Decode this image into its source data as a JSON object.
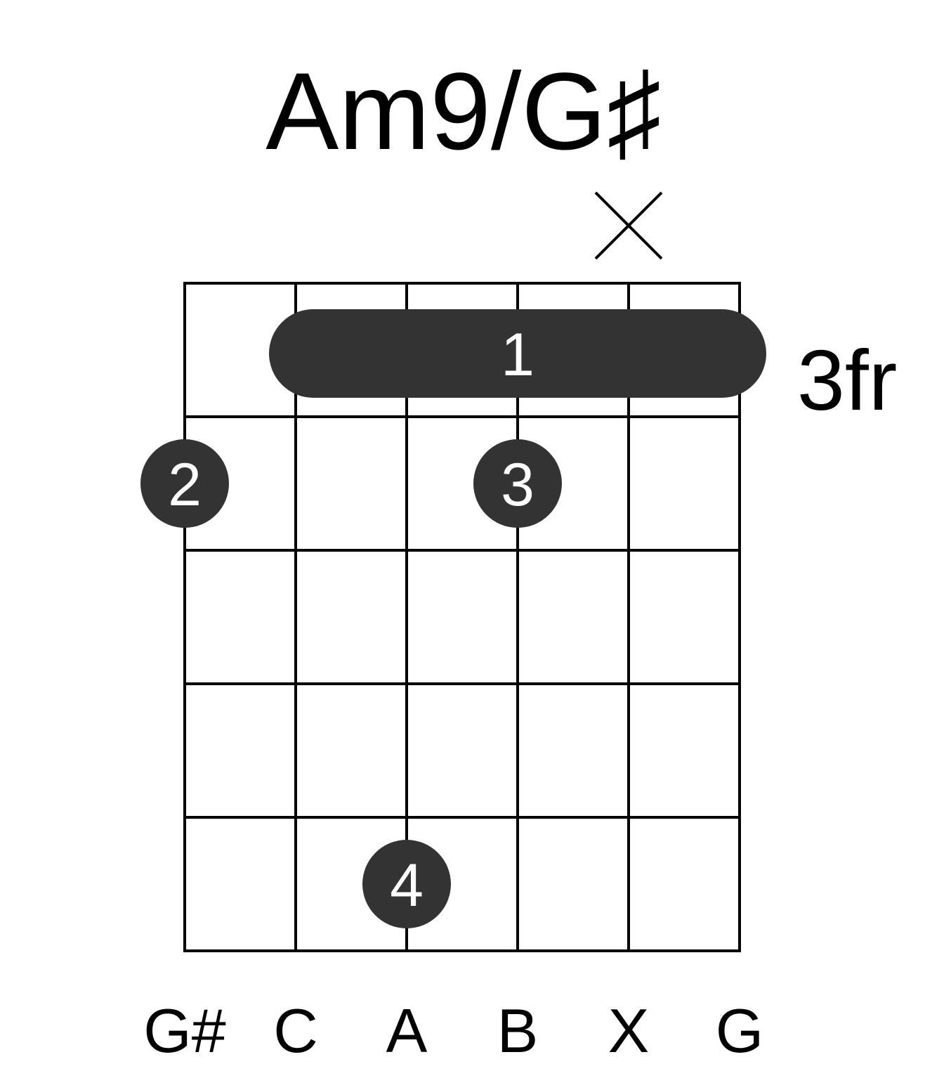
{
  "chord": {
    "name": "Am9/G♯",
    "fret_position_label": "3fr"
  },
  "fretboard": {
    "strings": 6,
    "frets_shown": 5
  },
  "muted_strings": [
    5
  ],
  "string_notes": [
    "G#",
    "C",
    "A",
    "B",
    "X",
    "G"
  ],
  "barre": {
    "fret": 1,
    "from_string": 2,
    "to_string": 6,
    "finger": "1"
  },
  "fingers": [
    {
      "string": 1,
      "fret": 2,
      "finger": "2"
    },
    {
      "string": 4,
      "fret": 2,
      "finger": "3"
    },
    {
      "string": 3,
      "fret": 5,
      "finger": "4"
    }
  ],
  "colors": {
    "dot": "#333333",
    "line": "#000000",
    "finger_text": "#ffffff",
    "background": "#ffffff"
  },
  "icons": {
    "muted": "x-mark-icon"
  }
}
